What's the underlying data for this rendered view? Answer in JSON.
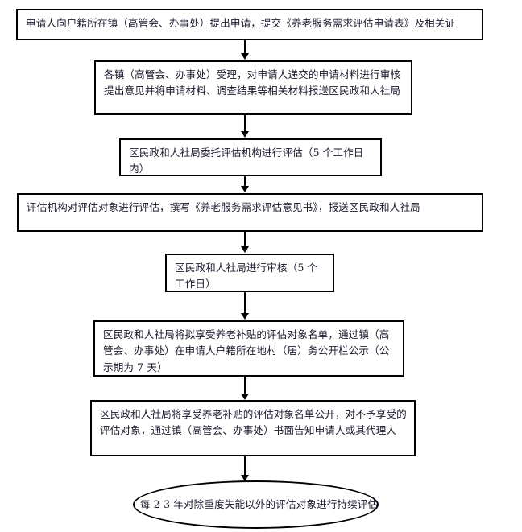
{
  "document": {
    "title": "养老服务需求评估流程图",
    "background_color": "#ffffff",
    "line_color": "#000000",
    "text_color": "#1a1a2e"
  },
  "flow": {
    "nodes": [
      {
        "id": "node-apply",
        "shape": "rectangle",
        "text": "申请人向户籍所在镇（高管会、办事处）提出申请，提交《养老服务需求评估申请表》及相关证"
      },
      {
        "id": "node-town-accept",
        "shape": "rectangle",
        "text": "各镇（高管会、办事处）受理，对申请人递交的申请材料进行审核提出意见并将申请材料、调查结果等相关材料报送区民政和人社局"
      },
      {
        "id": "node-entrust",
        "shape": "rectangle",
        "text": "区民政和人社局委托评估机构进行评估（5 个工作日内）"
      },
      {
        "id": "node-assess",
        "shape": "rectangle",
        "text": "评估机构对评估对象进行评估，撰写《养老服务需求评估意见书》，报送区民政和人社局"
      },
      {
        "id": "node-review",
        "shape": "rectangle",
        "text": "区民政和人社局进行审核（5 个工作日）"
      },
      {
        "id": "node-publicize",
        "shape": "rectangle",
        "text": "区民政和人社局将拟享受养老补贴的评估对象名单，通过镇（高管会、办事处）在申请人户籍所在地村（居）务公开栏公示（公示期为 7 天）"
      },
      {
        "id": "node-notify",
        "shape": "rectangle",
        "text": "区民政和人社局将享受养老补贴的评估对象名单公开，对不予享受的评估对象，通过镇（高管会、办事处）书面告知申请人或其代理人"
      },
      {
        "id": "node-recurring",
        "shape": "ellipse",
        "text": "每 2-3 年对除重度失能以外的评估对象进行持续评估"
      }
    ],
    "connectors": [
      {
        "id": "arrow-1",
        "from": "node-apply",
        "to": "node-town-accept"
      },
      {
        "id": "arrow-2",
        "from": "node-town-accept",
        "to": "node-entrust"
      },
      {
        "id": "arrow-3",
        "from": "node-entrust",
        "to": "node-assess"
      },
      {
        "id": "arrow-4",
        "from": "node-assess",
        "to": "node-review"
      },
      {
        "id": "arrow-5",
        "from": "node-review",
        "to": "node-publicize"
      },
      {
        "id": "arrow-6",
        "from": "node-publicize",
        "to": "node-notify"
      },
      {
        "id": "arrow-7",
        "from": "node-notify",
        "to": "node-recurring"
      }
    ]
  }
}
